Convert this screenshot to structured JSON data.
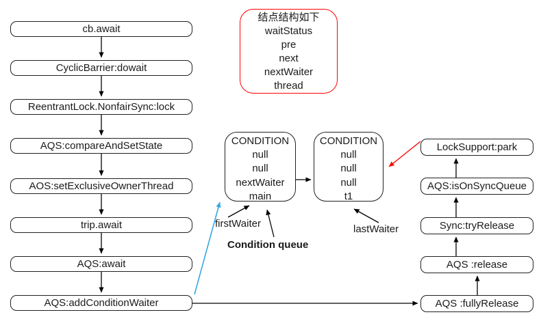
{
  "diagram": {
    "left_chain": [
      {
        "label": "cb.await"
      },
      {
        "label": "CyclicBarrier:dowait"
      },
      {
        "label": "ReentrantLock.NonfairSync:lock"
      },
      {
        "label": "AQS:compareAndSetState"
      },
      {
        "label": "AOS:setExclusiveOwnerThread"
      },
      {
        "label": "trip.await"
      },
      {
        "label": "AQS:await"
      },
      {
        "label": "AQS:addConditionWaiter"
      }
    ],
    "right_chain": [
      {
        "label": "LockSupport:park"
      },
      {
        "label": "AQS:isOnSyncQueue"
      },
      {
        "label": "Sync:tryRelease"
      },
      {
        "label": "AQS :release"
      },
      {
        "label": "AQS :fullyRelease"
      }
    ],
    "node_struct": {
      "title": "结点结构如下",
      "fields": [
        "waitStatus",
        "pre",
        "next",
        "nextWaiter",
        "thread"
      ]
    },
    "condition_nodes": [
      {
        "rows": [
          "CONDITION",
          "null",
          "null",
          "nextWaiter",
          "main"
        ]
      },
      {
        "rows": [
          "CONDITION",
          "null",
          "null",
          "null",
          "t1"
        ]
      }
    ],
    "labels": {
      "first_waiter": "firstWaiter",
      "condition_queue": "Condition queue",
      "last_waiter": "lastWaiter"
    },
    "colors": {
      "line": "#000000",
      "node_struct_border": "#ff0000",
      "red_arrow": "#ff0000",
      "blue_arrow": "#35a8e2"
    }
  }
}
